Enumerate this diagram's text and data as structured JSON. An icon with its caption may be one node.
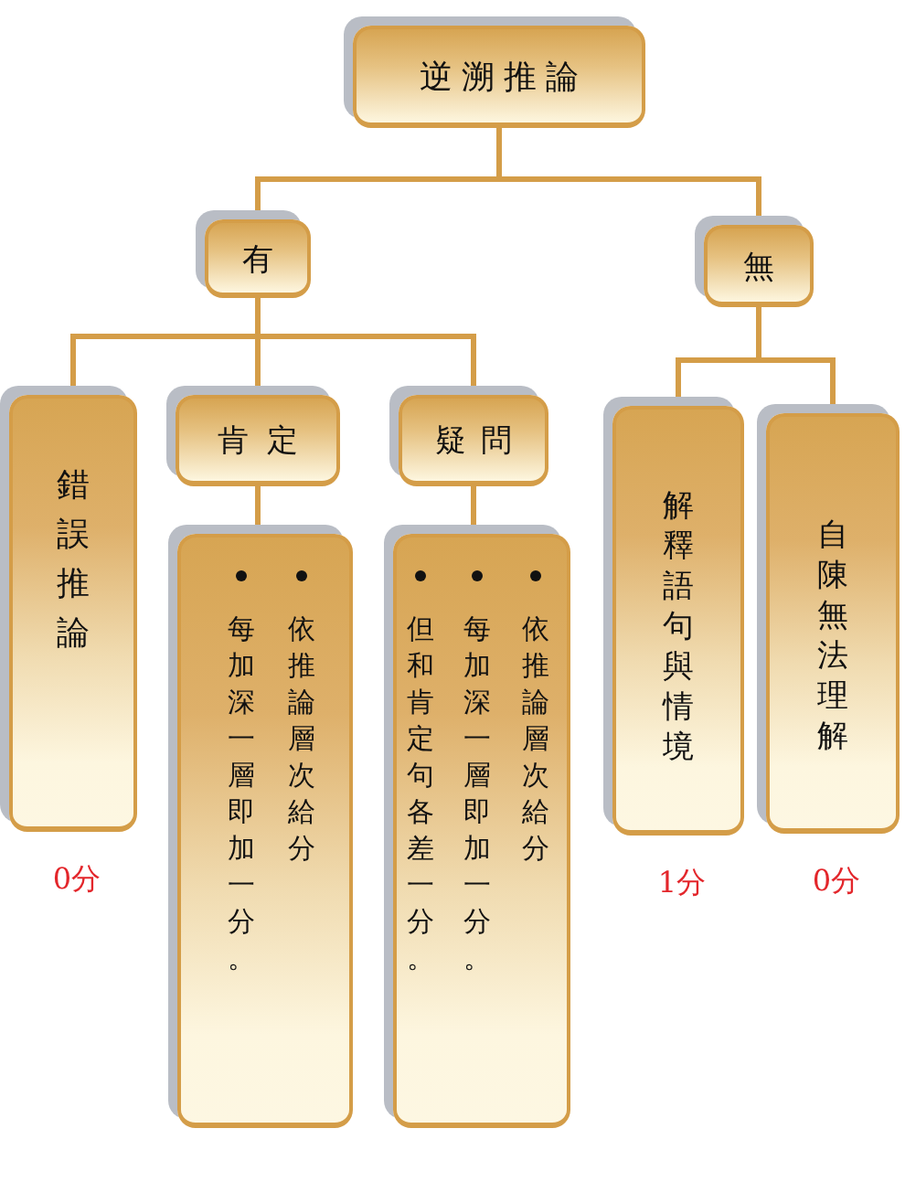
{
  "diagram": {
    "nodes": [
      {
        "text": [
          "逆溯推論"
        ]
      },
      {
        "text": [
          "有"
        ]
      },
      {
        "text": [
          "無"
        ]
      },
      {
        "text": [
          "錯誤推論"
        ],
        "beside": [
          "0分"
        ]
      },
      {
        "text": [
          "肯定"
        ]
      },
      {
        "text": [
          "疑問"
        ]
      },
      {
        "text": [
          "解釋語句與情境"
        ],
        "beside": [
          "1分"
        ]
      },
      {
        "text": [
          "自陳無法理解"
        ],
        "beside": [
          "0分"
        ]
      },
      {
        "text": [
          "每加深一層即加一分。",
          "依推論層次給分"
        ]
      },
      {
        "text": [
          "但和肯定句各差一分。",
          "每加深一層即加一分。",
          "依推論層次給分"
        ]
      }
    ],
    "edges": [
      {
        "from": 0,
        "to": 1,
        "arrow": "none"
      },
      {
        "from": 0,
        "to": 2,
        "arrow": "none"
      },
      {
        "from": 1,
        "to": 3,
        "arrow": "none"
      },
      {
        "from": 1,
        "to": 4,
        "arrow": "none"
      },
      {
        "from": 1,
        "to": 5,
        "arrow": "none"
      },
      {
        "from": 2,
        "to": 6,
        "arrow": "none"
      },
      {
        "from": 2,
        "to": 7,
        "arrow": "none"
      },
      {
        "from": 4,
        "to": 8,
        "arrow": "none"
      },
      {
        "from": 5,
        "to": 9,
        "arrow": "none"
      }
    ]
  }
}
